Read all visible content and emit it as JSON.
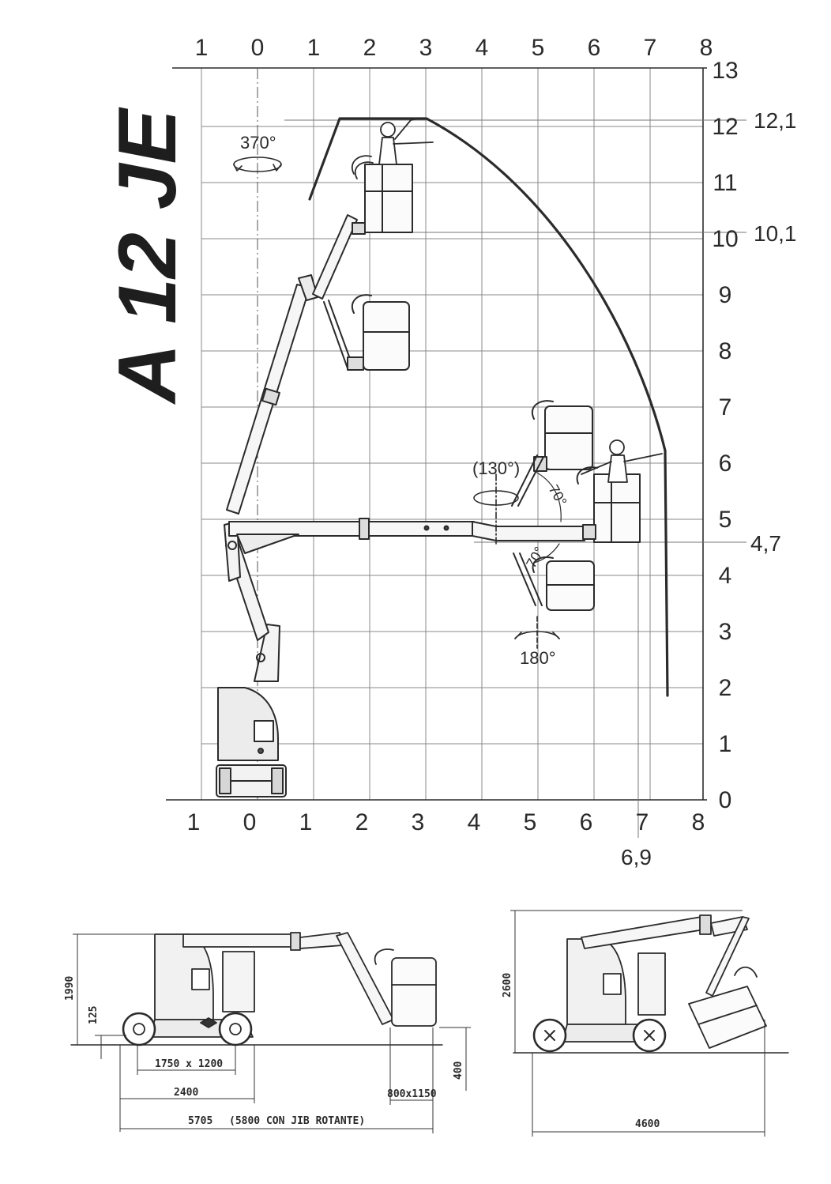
{
  "title": "A 12 JE",
  "reach_diagram": {
    "x_ticks_top": [
      "1",
      "0",
      "1",
      "2",
      "3",
      "4",
      "5",
      "6",
      "7",
      "8"
    ],
    "x_ticks_bottom": [
      "1",
      "0",
      "1",
      "2",
      "3",
      "4",
      "5",
      "6",
      "7",
      "8"
    ],
    "y_ticks": [
      "0",
      "1",
      "2",
      "3",
      "4",
      "5",
      "6",
      "7",
      "8",
      "9",
      "10",
      "11",
      "12",
      "13"
    ],
    "max_height_label": "12,1",
    "platform_height_label": "10,1",
    "outreach_height_label": "4,7",
    "max_outreach_label": "6,9",
    "rotation_turret": "370°",
    "rotation_jib": "(130°)",
    "rotation_basket": "180°",
    "jib_angle_up": "70°",
    "jib_angle_down": "70°"
  },
  "side_view_stowed": {
    "height_overall": "1990",
    "ground_clearance": "125",
    "wheelbase_track": "1750 x 1200",
    "width_chassis": "2400",
    "length_overall": "5705",
    "length_note": "(5800 CON JIB ROTANTE)",
    "basket_size": "800x1150",
    "basket_height": "400"
  },
  "side_view_transport": {
    "height_overall": "2600",
    "length_overall": "4600"
  }
}
